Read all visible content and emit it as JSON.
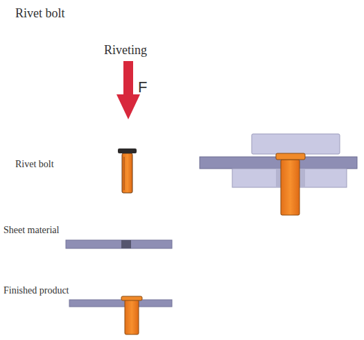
{
  "diagram": {
    "title": "Rivet bolt",
    "labels": [
      "Riveting",
      "F",
      "Rivet bolt",
      "Sheet material",
      "Finished product"
    ]
  }
}
